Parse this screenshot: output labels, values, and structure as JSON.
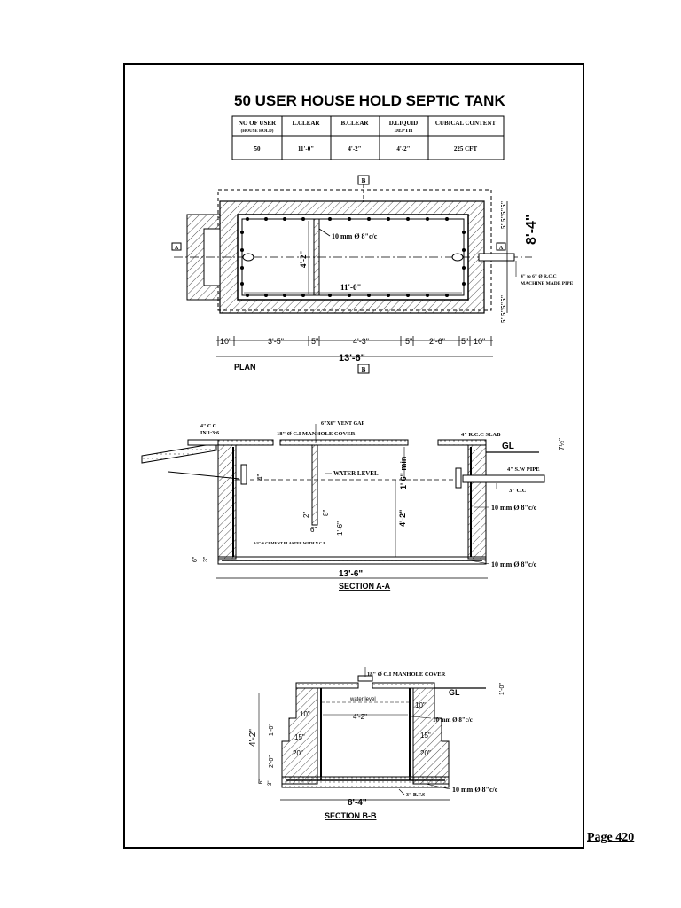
{
  "title": "50 USER HOUSE HOLD SEPTIC TANK",
  "table": {
    "headers": [
      [
        "NO OF USER",
        "(HOUSE HOLD)"
      ],
      [
        "L.CLEAR"
      ],
      [
        "B.CLEAR"
      ],
      [
        "D.LIQUID",
        "DEPTH"
      ],
      [
        "CUBICAL CONTENT"
      ]
    ],
    "row": [
      "50",
      "11'-0\"",
      "4'-2\"",
      "4'-2\"",
      "225 CFT"
    ]
  },
  "plan": {
    "label": "PLAN",
    "section_a": "A",
    "section_b": "B",
    "rebar": "10 mm Ø 8\"c/c",
    "width_inner": "4'-2\"",
    "length_inner": "11'-0\"",
    "overall_width": "8'-4\"",
    "pipe_note_1": "4\" to 6\" Ø R.C.C",
    "pipe_note_2": "MACHINE MADE PIPE",
    "side_dims": [
      "5\"",
      "5\"",
      "5\"",
      "5\""
    ],
    "side_dims_bottom": [
      "5\"",
      "5\"",
      "5\"",
      "5\""
    ],
    "dims": [
      "10\"",
      "3'-5\"",
      "5\"",
      "4'-3\"",
      "5\"",
      "2'-6\"",
      "5\"",
      "10\""
    ],
    "overall_length": "13'-6\""
  },
  "section_aa": {
    "label": "SECTION A-A",
    "cc_note_1": "4\" C.C",
    "cc_note_2": "IN 1:3:6",
    "vent_gap": "6\"X6\" VENT GAP",
    "manhole": "18\" Ø C.I MANHOLE COVER",
    "slab": "4\" R.C.C SLAB",
    "gl": "GL",
    "gl_dim": "7½\"",
    "water_level": "WATER LEVEL",
    "freeboard": "1' 6\" min",
    "inlet_drop": "4\"",
    "sw_pipe": "4\" S.W PIPE",
    "cc_3": "3\" C.C",
    "rebar_wall": "10 mm Ø 8\"c/c",
    "baffle_dim_1": "2\"",
    "baffle_dim_2": "8\"",
    "baffle_dim_3": "6\"",
    "baffle_dim_4": "1'-6\"",
    "liquid_depth": "4'-2\"",
    "plaster": "3/4\"/S CEMENT PLASTER WITH N.C.F",
    "base_dim_1": "6\"",
    "base_dim_2": "3\"",
    "rebar_base": "10 mm Ø 8\"c/c",
    "overall_length": "13'-6\""
  },
  "section_bb": {
    "label": "SECTION B-B",
    "manhole": "18\" Ø C.I MANHOLE COVER",
    "gl": "GL",
    "gl_dim": "1'-0\"",
    "water_level": "water level",
    "inner_width": "4'-2\"",
    "wall_top_l": "10\"",
    "wall_top_r": "10\"",
    "wall_mid_l": "15\"",
    "wall_mid_r": "15\"",
    "wall_bot_l": "20\"",
    "wall_bot_r": "20\"",
    "rebar_wall": "10 mm Ø 8\"c/c",
    "rebar_base": "10 mm Ø 8\"c/c",
    "bfs": "3\" B.F.S",
    "height": "4'-2\"",
    "dim_top": "1'-0\"",
    "dim_mid": "2'-0\"",
    "dim_b1": "3\"",
    "dim_b2": "6\"",
    "overall_width": "8'-4\""
  },
  "page_number": "Page 420"
}
